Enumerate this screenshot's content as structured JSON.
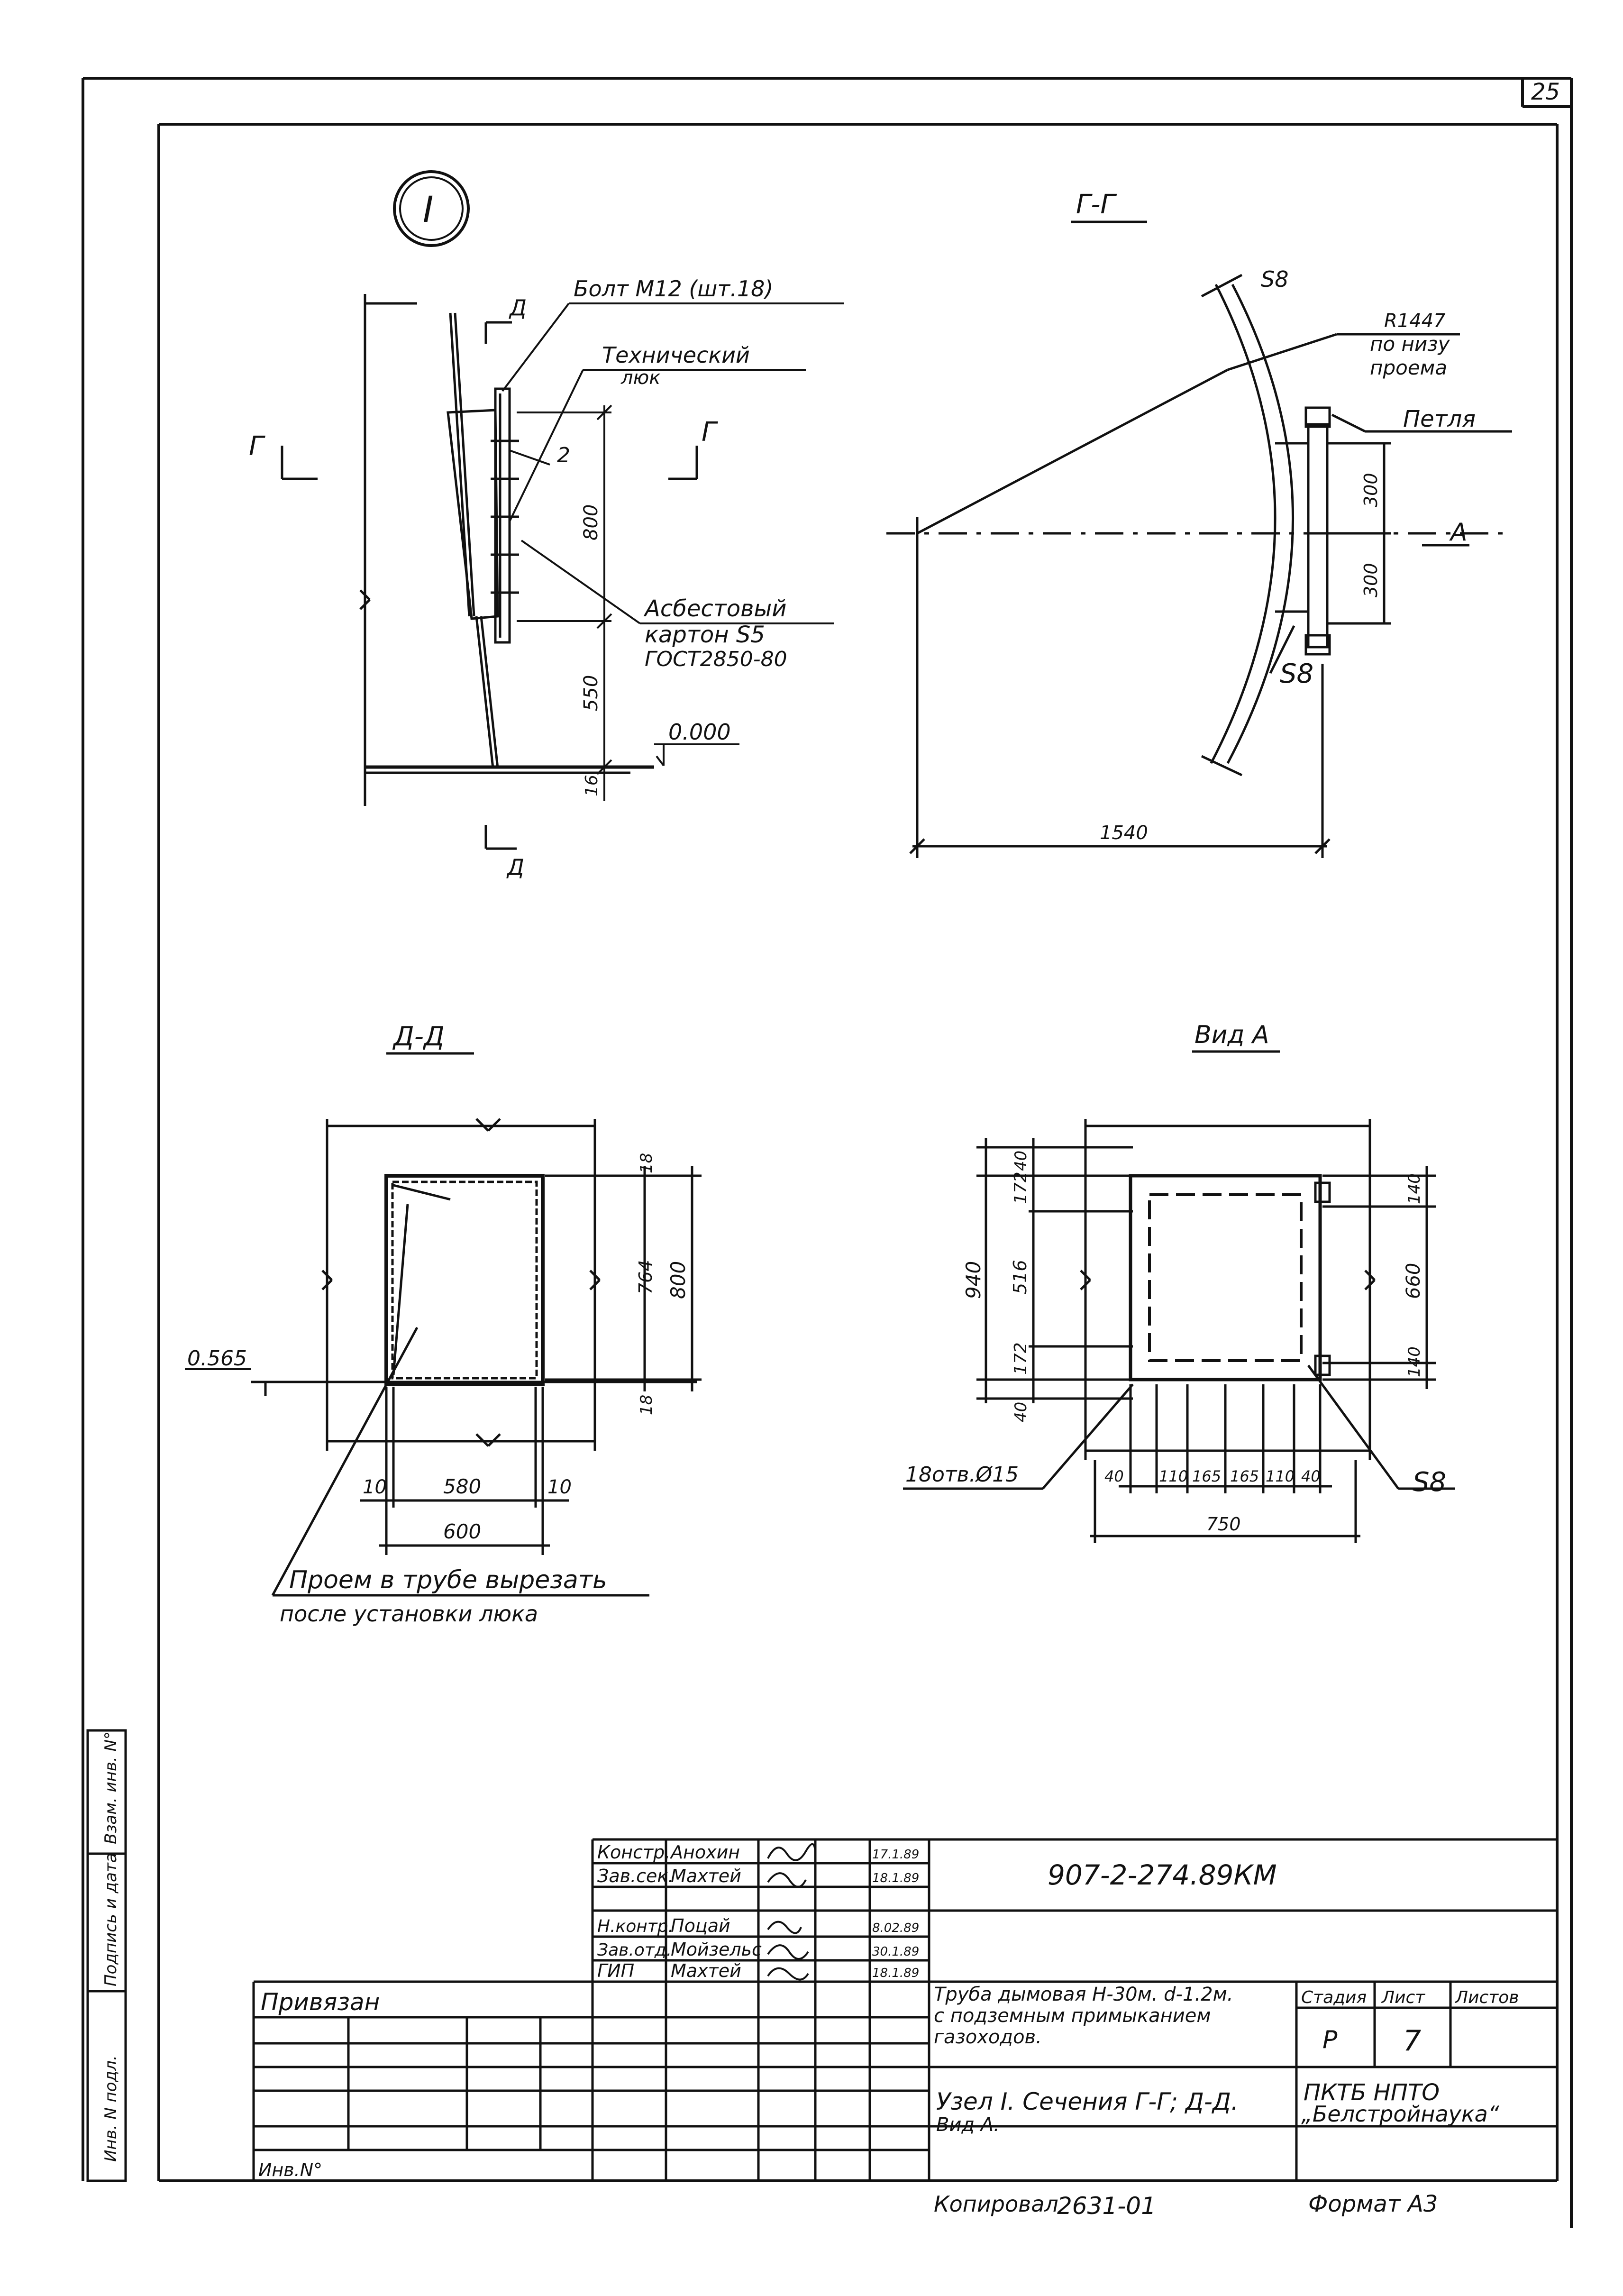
{
  "page_number": "25",
  "node_label": "I",
  "views": {
    "node": {
      "bolt_label": "Болт М12 (шт.18)",
      "hatch_label_1": "Технический",
      "hatch_label_2": "люк",
      "item_no": "2",
      "gasket_1": "Асбестовый",
      "gasket_2": "картон S5",
      "gasket_3": "ГОСТ2850-80",
      "elevation": "0.000",
      "section_gg": "Г",
      "section_dd": "Д",
      "dims": [
        "800",
        "550",
        "16"
      ]
    },
    "section_gg": {
      "title": "Г-Г",
      "thickness_top": "S8",
      "thickness_bottom": "S8",
      "radius_1": "R1447",
      "radius_2": "по низу",
      "radius_3": "проема",
      "loop": "Петля",
      "view_marker": "А",
      "dims": [
        "300",
        "300",
        "1540"
      ]
    },
    "section_dd": {
      "title": "Д-Д",
      "elevation": "0.565",
      "dims": [
        "18",
        "764",
        "800",
        "18",
        "10",
        "580",
        "10",
        "600"
      ],
      "note_1": "Проем в трубе вырезать",
      "note_2": "после установки люка"
    },
    "view_a": {
      "title": "Вид А",
      "holes": "18отв.Ø15",
      "thickness": "S8",
      "left_dims": [
        "40",
        "172",
        "516",
        "172",
        "40",
        "940"
      ],
      "right_dims": [
        "140",
        "660",
        "140"
      ],
      "bottom_dims": [
        "40",
        "110",
        "165",
        "165",
        "110",
        "40"
      ],
      "total_width": "750"
    }
  },
  "title_block": {
    "doc_code": "907-2-274.89КМ",
    "staff": [
      {
        "role": "Констр.",
        "name": "Анохин",
        "date": "17.1.89"
      },
      {
        "role": "Зав.сек.",
        "name": "Махтей",
        "date": "18.1.89"
      },
      {
        "role": "Н.контр.",
        "name": "Поцай",
        "date": "8.02.89"
      },
      {
        "role": "Зав.отд.",
        "name": "Мойзельс",
        "date": "30.1.89"
      },
      {
        "role": "ГИП",
        "name": "Махтей",
        "date": "18.1.89"
      }
    ],
    "object_1": "Труба дымовая Н-30м. d-1.2м.",
    "object_2": "с подземным примыканием",
    "object_3": "газоходов.",
    "sheet_title_1": "Узел I. Сечения Г-Г; Д-Д.",
    "sheet_title_2": "Вид А.",
    "stage_label": "Стадия",
    "stage": "Р",
    "sheet_label": "Лист",
    "sheet": "7",
    "sheets_label": "Листов",
    "sheets": "",
    "org_1": "ПКТБ НПТО",
    "org_2": "„Белстройнаука“",
    "binding": "Привязан",
    "inv_no": "Инв.N°",
    "copied_by": "Копировал",
    "copy_no": "2631-01",
    "format": "Формат А3"
  },
  "side_stamp": [
    "Взам. инв. N°",
    "Подпись и дата",
    "Инв. N подл."
  ]
}
